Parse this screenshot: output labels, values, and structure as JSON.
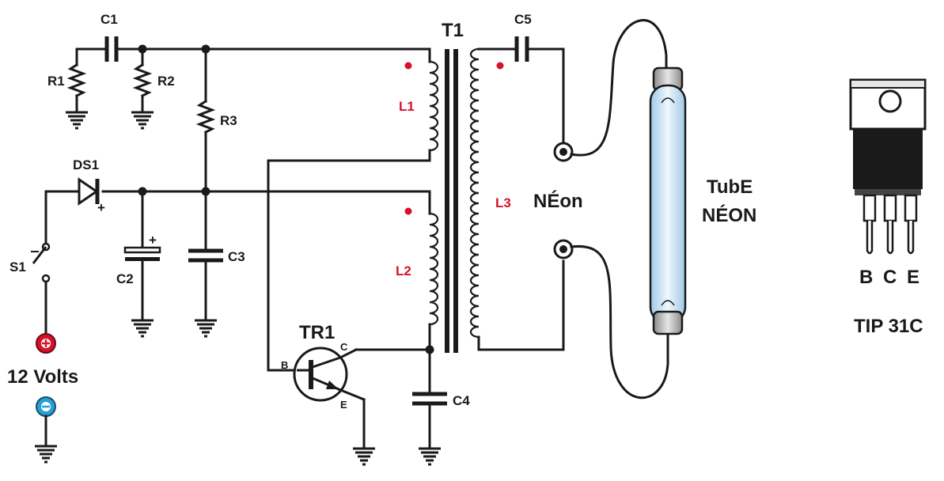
{
  "labels": {
    "c1": "C1",
    "r1": "R1",
    "r2": "R2",
    "r3": "R3",
    "t1": "T1",
    "c5": "C5",
    "l1": "L1",
    "l2": "L2",
    "l3": "L3",
    "ds1": "DS1",
    "s1": "S1",
    "c2": "C2",
    "c3": "C3",
    "c4": "C4",
    "tr1": "TR1",
    "b": "B",
    "c": "C",
    "e": "E",
    "voltage": "12 Volts",
    "neon": "NÉon",
    "tube1": "TubE",
    "tube2": "NÉON",
    "pin_b": "B",
    "pin_c": "C",
    "pin_e": "E",
    "part": "TIP 31C",
    "plus": "+"
  },
  "colors": {
    "wire": "#1a1a1a",
    "accent_red": "#d6122b",
    "accent_blue": "#2a9fd6",
    "tube_glass": "#cfe6f5"
  }
}
